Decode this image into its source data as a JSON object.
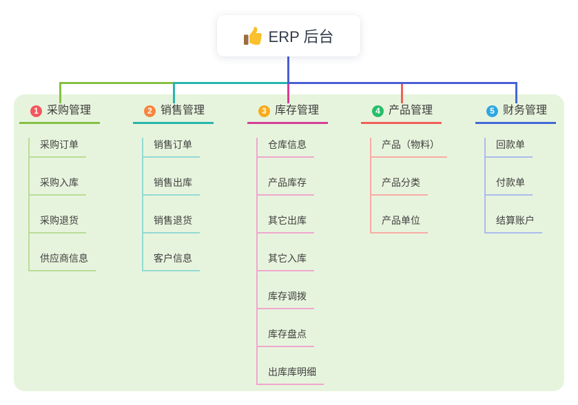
{
  "root": {
    "label": "ERP 后台",
    "icon": "thumbs-up-icon",
    "text_color": "#333b4a"
  },
  "canvas": {
    "background": "#ffffff",
    "panel_bg": "#e7f4dd"
  },
  "connector_color": "#4a5ed3",
  "branches": [
    {
      "number": "1",
      "label": "采购管理",
      "badge_color": "#f5565e",
      "color": "#84c043",
      "light_color": "#b9dd97",
      "children": [
        "采购订单",
        "采购入库",
        "采购退货",
        "供应商信息"
      ]
    },
    {
      "number": "2",
      "label": "销售管理",
      "badge_color": "#f8853e",
      "color": "#27b5ac",
      "light_color": "#93d9d3",
      "children": [
        "销售订单",
        "销售出库",
        "销售退货",
        "客户信息"
      ]
    },
    {
      "number": "3",
      "label": "库存管理",
      "badge_color": "#f8ab19",
      "color": "#d63d96",
      "light_color": "#efa6ce",
      "children": [
        "仓库信息",
        "产品库存",
        "其它出库",
        "其它入库",
        "库存调拨",
        "库存盘点",
        "出库库明细"
      ]
    },
    {
      "number": "4",
      "label": "产品管理",
      "badge_color": "#2abd6a",
      "color": "#f25e57",
      "light_color": "#f8aba6",
      "children": [
        "产品（物料）",
        "产品分类",
        "产品单位"
      ]
    },
    {
      "number": "5",
      "label": "财务管理",
      "badge_color": "#2ea7e0",
      "color": "#4167d6",
      "light_color": "#a9bcec",
      "children": [
        "回款单",
        "付款单",
        "结算账户"
      ]
    }
  ]
}
